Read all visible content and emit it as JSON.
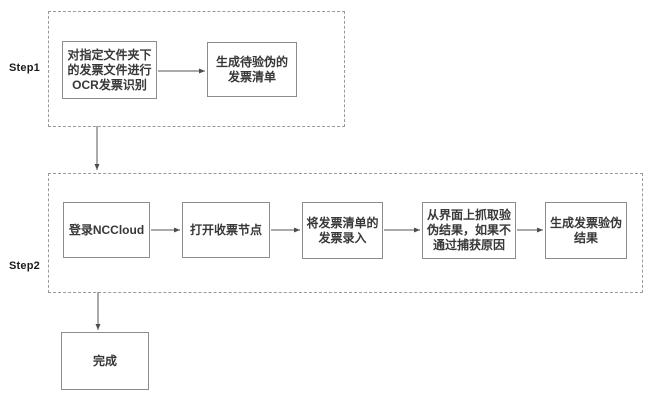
{
  "diagram": {
    "step1": {
      "label": "Step1",
      "nodes": [
        {
          "label": "对指定文件夹下\n的发票文件进行\nOCR发票识别"
        },
        {
          "label": "生成待验伪的\n发票清单"
        }
      ]
    },
    "step2": {
      "label": "Step2",
      "nodes": [
        {
          "label": "登录NCCloud"
        },
        {
          "label": "打开收票节点"
        },
        {
          "label": "将发票清单的\n发票录入"
        },
        {
          "label": "从界面上抓取验\n伪结果，如果不\n通过捕获原因"
        },
        {
          "label": "生成发票验伪\n结果"
        }
      ]
    },
    "end_node": {
      "label": "完成"
    },
    "colors": {
      "background": "#ffffff",
      "box_border": "#8c8c8c",
      "dashed_border": "#9a9a9a",
      "text": "#383838",
      "arrow": "#555555"
    }
  }
}
